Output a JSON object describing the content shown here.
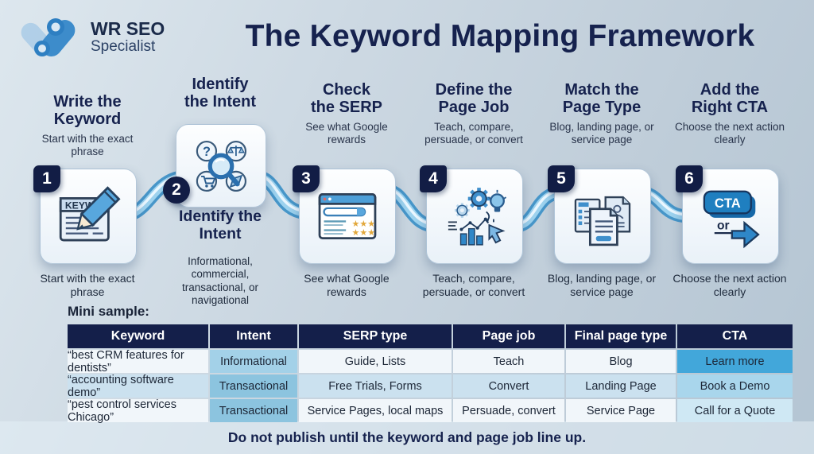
{
  "brand": {
    "line1": "WR SEO",
    "line2": "Specialist"
  },
  "title": "The Keyword Mapping Framework",
  "steps": [
    {
      "number": "1",
      "heading_line1": "Write the",
      "heading_line2": "Keyword",
      "subtitle": "Start with the exact phrase",
      "caption": "Start with the exact phrase",
      "icon": "keyword-note-pencil-icon"
    },
    {
      "number": "2",
      "heading_line1": "Identify",
      "heading_line2": "the Intent",
      "label_below": "Identify the Intent",
      "caption": "Informational, commercial, transactional, or navigational",
      "icon": "intent-magnifier-icon"
    },
    {
      "number": "3",
      "heading_line1": "Check",
      "heading_line2": "the SERP",
      "subtitle": "See what Google rewards",
      "caption": "See what Google rewards",
      "icon": "serp-browser-icon"
    },
    {
      "number": "4",
      "heading_line1": "Define the",
      "heading_line2": "Page Job",
      "subtitle": "Teach, compare, persuade, or convert",
      "caption": "Teach, compare, persuade, or convert",
      "icon": "page-job-process-icon"
    },
    {
      "number": "5",
      "heading_line1": "Match the",
      "heading_line2": "Page Type",
      "subtitle": "Blog, landing page, or service page",
      "caption": "Blog, landing page, or service page",
      "icon": "page-type-documents-icon"
    },
    {
      "number": "6",
      "heading_line1": "Add the",
      "heading_line2": "Right CTA",
      "subtitle": "Choose the next action clearly",
      "caption": "Choose the next action clearly",
      "icon": "cta-button-arrow-icon"
    }
  ],
  "icon_texts": {
    "doc_label": "KEYW",
    "question_mark": "?",
    "stars": "★★★",
    "cta": "CTA",
    "or": "or"
  },
  "mini_sample_label": "Mini sample:",
  "table": {
    "headers": [
      "Keyword",
      "Intent",
      "SERP type",
      "Page job",
      "Final page type",
      "CTA"
    ],
    "rows": [
      [
        "“best CRM features for dentists”",
        "Informational",
        "Guide, Lists",
        "Teach",
        "Blog",
        "Learn more"
      ],
      [
        "“accounting software demo”",
        "Transactional",
        "Free Trials, Forms",
        "Convert",
        "Landing Page",
        "Book a Demo"
      ],
      [
        "“pest control services Chicago”",
        "Transactional",
        "Service Pages, local maps",
        "Persuade, convert",
        "Service Page",
        "Call for a Quote"
      ]
    ]
  },
  "footer": "Do not publish until the keyword and page job line up.",
  "colors": {
    "navy": "#16224e",
    "table_header": "#141f4a",
    "badge": "#121d45",
    "pipe": "#4796c9",
    "intent_cell": "#8cc4df",
    "cta_highlight": "#42a7da",
    "star_gold": "#e2a83c",
    "card_bg": "#f4f9fd",
    "background": "#c7d4de"
  }
}
